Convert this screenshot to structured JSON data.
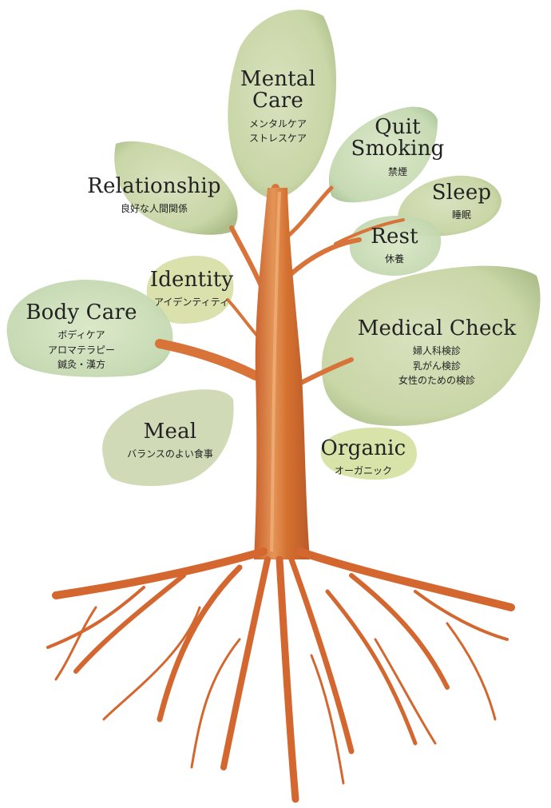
{
  "diagram": {
    "colors": {
      "leaf": "#c9d6a6",
      "leaf_dark": "#a9ba86",
      "trunk": "#d8733a",
      "trunk_dark": "#b65a2a",
      "text": "#222222"
    },
    "leaves": {
      "mental_care": {
        "en": "Mental Care",
        "jp1": "メンタルケア",
        "jp2": "ストレスケア"
      },
      "quit_smoking": {
        "en1": "Quit",
        "en2": "Smoking",
        "jp1": "禁煙"
      },
      "sleep": {
        "en": "Sleep",
        "jp1": "睡眠"
      },
      "rest": {
        "en": "Rest",
        "jp1": "休養"
      },
      "relationship": {
        "en": "Relationship",
        "jp1": "良好な人間関係"
      },
      "identity": {
        "en": "Identity",
        "jp1": "アイデンティティ"
      },
      "body_care": {
        "en": "Body Care",
        "jp1": "ボディケア",
        "jp2": "アロマテラピー",
        "jp3": "鍼灸・漢方"
      },
      "medical_check": {
        "en": "Medical Check",
        "jp1": "婦人科検診",
        "jp2": "乳がん検診",
        "jp3": "女性のための検診"
      },
      "meal": {
        "en": "Meal",
        "jp1": "バランスのよい食事"
      },
      "organic": {
        "en": "Organic",
        "jp1": "オーガニック"
      }
    }
  }
}
